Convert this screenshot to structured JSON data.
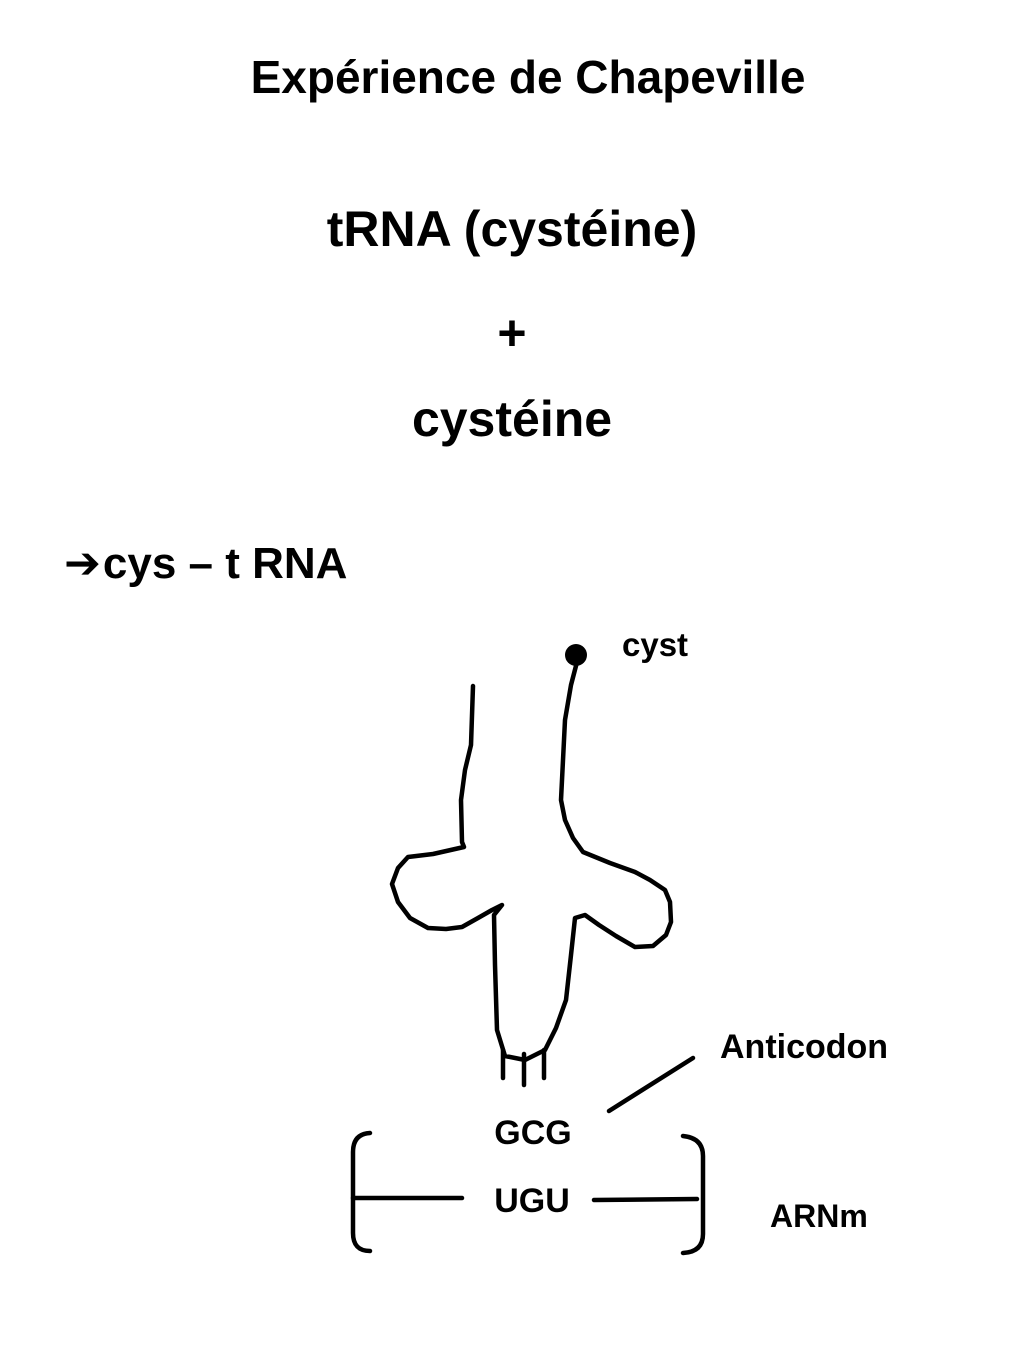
{
  "title": "Expérience de Chapeville",
  "reaction": {
    "line1": "tRNA (cystéine)",
    "operator": "+",
    "line2": "cystéine"
  },
  "result": {
    "arrow": "➔",
    "text": "cys – t RNA"
  },
  "diagram": {
    "amino_acid_label": "cyst",
    "anticodon_label": "Anticodon",
    "anticodon": "GCG",
    "codon": "UGU",
    "mrna_label": "ARNm"
  }
}
